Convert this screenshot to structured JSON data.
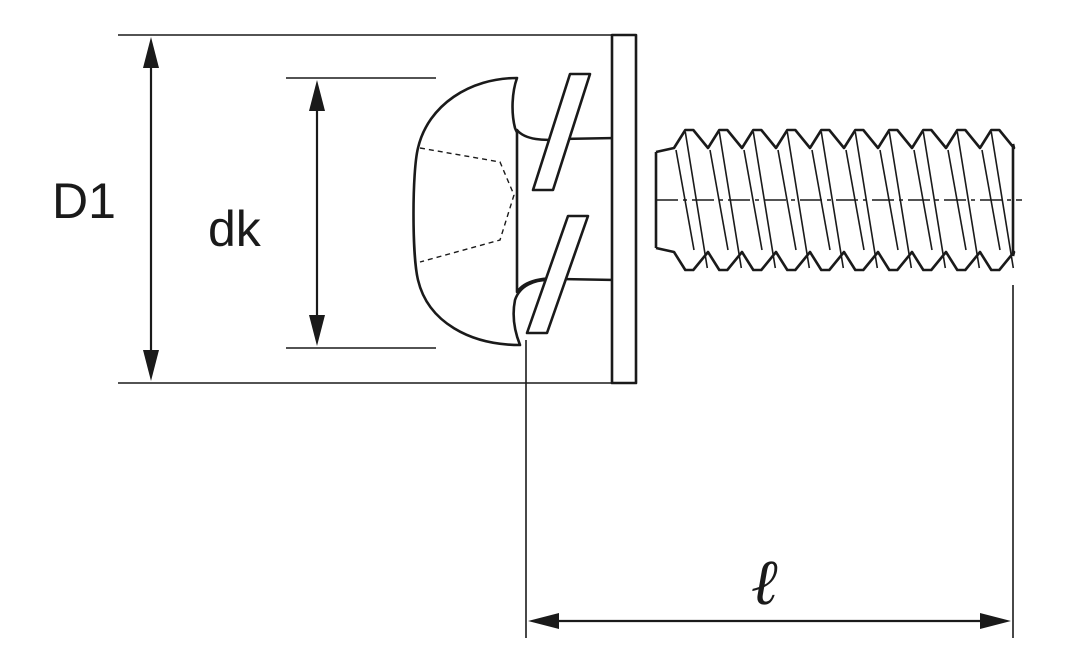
{
  "labels": {
    "d1": "D1",
    "dk": "dk",
    "l": "ℓ"
  },
  "colors": {
    "line": "#1a1a1a",
    "background": "#ffffff"
  }
}
